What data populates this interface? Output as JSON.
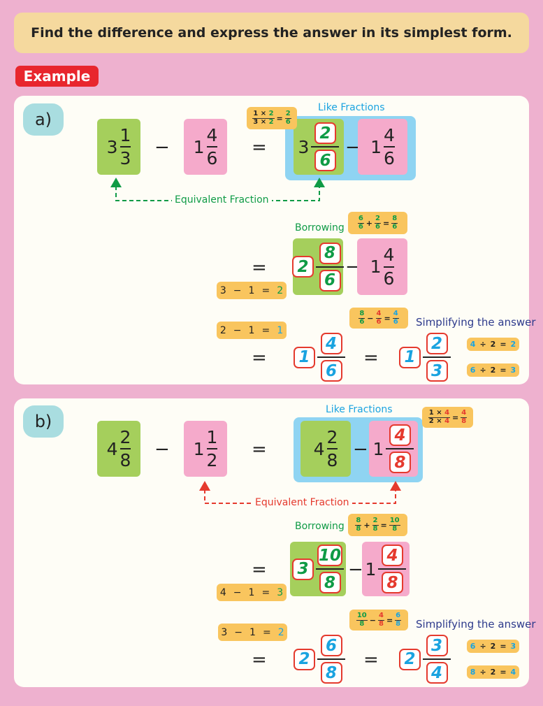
{
  "title": "Find the difference and express the answer in its simplest form.",
  "example_label": "Example",
  "ops": {
    "times": "×",
    "plus": "+",
    "minus": "−",
    "eq": "=",
    "div": "÷"
  },
  "colors": {
    "background": "#eeb1cf",
    "header": "#f5d99e",
    "badge": "#e8262d",
    "green_box": "#a5cf5c",
    "pink_box": "#f5aacb",
    "like_box": "#8fd4f2",
    "callout": "#f9c55e",
    "green_text": "#0f9b46",
    "blue_text": "#1aa3e0",
    "red_text": "#e53a2e"
  },
  "parts": [
    {
      "label": "a)",
      "minuend": {
        "whole": "3",
        "num": "1",
        "den": "3"
      },
      "subtrahend": {
        "whole": "1",
        "num": "4",
        "den": "6"
      },
      "like_label": "Like Fractions",
      "equiv_callout": {
        "n": "1",
        "d": "3",
        "m": "2",
        "rn": "2",
        "rd": "6"
      },
      "like_minuend": {
        "whole": "3",
        "num": "2",
        "den": "6"
      },
      "like_subtrahend": {
        "whole": "1",
        "num": "4",
        "den": "6"
      },
      "equivalent_label": "Equivalent Fraction",
      "borrowing_label": "Borrowing",
      "borrow_callout": {
        "an": "6",
        "ad": "6",
        "bn": "2",
        "bd": "6",
        "rn": "8",
        "rd": "6"
      },
      "borrowed": {
        "whole": "2",
        "num": "8",
        "den": "6"
      },
      "whole_callout_1": {
        "a": "3",
        "b": "1",
        "r": "2"
      },
      "whole_callout_2": {
        "a": "2",
        "b": "1",
        "r": "1"
      },
      "sub_callout": {
        "an": "8",
        "ad": "6",
        "bn": "4",
        "bd": "6",
        "rn": "4",
        "rd": "6"
      },
      "result": {
        "whole": "1",
        "num": "4",
        "den": "6"
      },
      "simplifying_label": "Simplifying the answer",
      "simplified": {
        "whole": "1",
        "num": "2",
        "den": "3"
      },
      "div_num": {
        "a": "4",
        "b": "2",
        "r": "2"
      },
      "div_den": {
        "a": "6",
        "b": "2",
        "r": "3"
      }
    },
    {
      "label": "b)",
      "minuend": {
        "whole": "4",
        "num": "2",
        "den": "8"
      },
      "subtrahend": {
        "whole": "1",
        "num": "1",
        "den": "2"
      },
      "like_label": "Like Fractions",
      "equiv_callout": {
        "n": "1",
        "d": "2",
        "m": "4",
        "rn": "4",
        "rd": "8"
      },
      "like_minuend": {
        "whole": "4",
        "num": "2",
        "den": "8"
      },
      "like_subtrahend": {
        "whole": "1",
        "num": "4",
        "den": "8"
      },
      "equivalent_label": "Equivalent Fraction",
      "borrowing_label": "Borrowing",
      "borrow_callout": {
        "an": "8",
        "ad": "8",
        "bn": "2",
        "bd": "8",
        "rn": "10",
        "rd": "8"
      },
      "borrowed": {
        "whole": "3",
        "num": "10",
        "den": "8"
      },
      "whole_callout_1": {
        "a": "4",
        "b": "1",
        "r": "3"
      },
      "whole_callout_2": {
        "a": "3",
        "b": "1",
        "r": "2"
      },
      "sub_callout": {
        "an": "10",
        "ad": "8",
        "bn": "4",
        "bd": "8",
        "rn": "6",
        "rd": "8"
      },
      "result": {
        "whole": "2",
        "num": "6",
        "den": "8"
      },
      "simplifying_label": "Simplifying the answer",
      "simplified": {
        "whole": "2",
        "num": "3",
        "den": "4"
      },
      "div_num": {
        "a": "6",
        "b": "2",
        "r": "3"
      },
      "div_den": {
        "a": "8",
        "b": "2",
        "r": "4"
      }
    }
  ]
}
